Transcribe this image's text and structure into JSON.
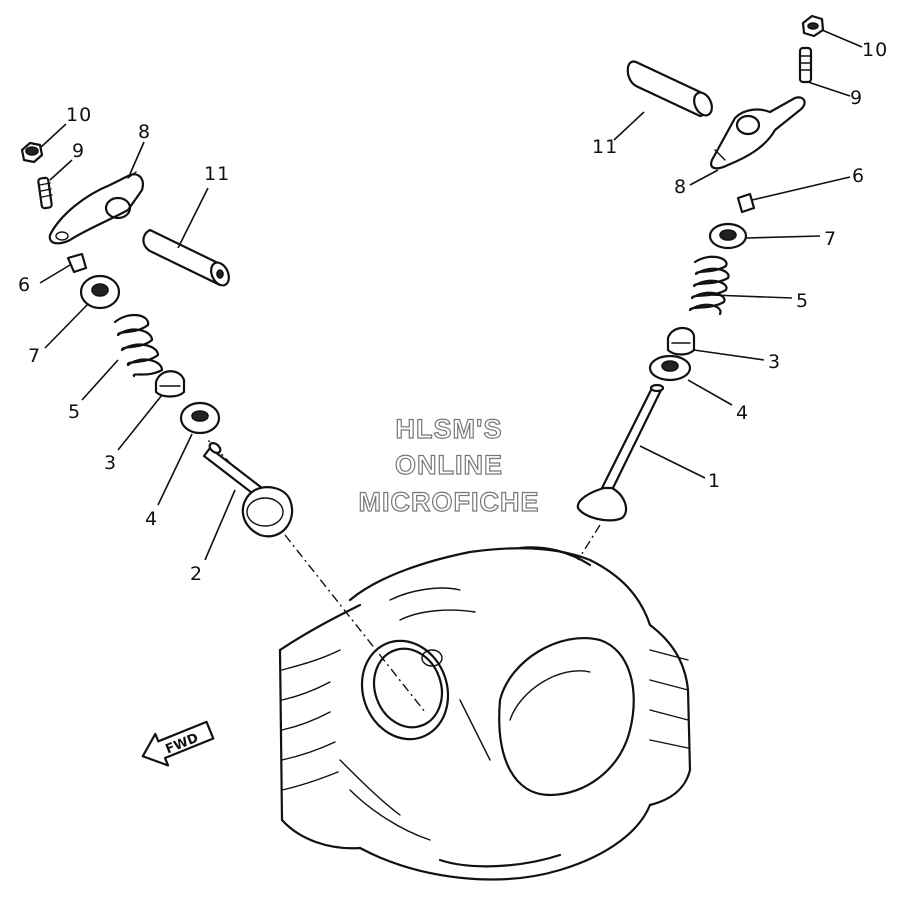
{
  "watermark": {
    "line1": "HLSM'S",
    "line2": "ONLINE",
    "line3": "MICROFICHE"
  },
  "fwd_label": "FWD",
  "callouts": {
    "left": {
      "n10": "10",
      "n9": "9",
      "n8": "8",
      "n11": "11",
      "n6": "6",
      "n7": "7",
      "n5": "5",
      "n3": "3",
      "n4": "4",
      "n2": "2"
    },
    "right": {
      "n10": "10",
      "n9": "9",
      "n11": "11",
      "n8": "8",
      "n6": "6",
      "n7": "7",
      "n5": "5",
      "n3": "3",
      "n4": "4",
      "n1": "1"
    }
  }
}
